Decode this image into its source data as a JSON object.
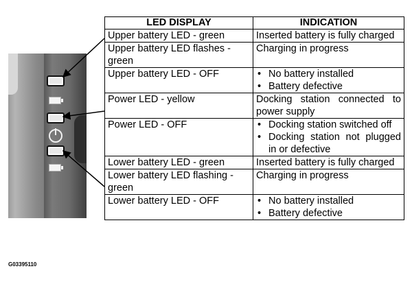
{
  "figure_id": "G03395110",
  "table": {
    "headers": [
      "LED DISPLAY",
      "INDICATION"
    ],
    "rows": [
      {
        "display": "Upper battery LED - green",
        "indication": "Inserted battery is fully charged",
        "bullets": []
      },
      {
        "display": "Upper battery LED flashes - green",
        "indication": "Charging in progress",
        "bullets": []
      },
      {
        "display": "Upper battery LED - OFF",
        "indication": "",
        "bullets": [
          "No battery installed",
          "Battery defective"
        ]
      },
      {
        "display": "Power LED - yellow",
        "indication": "Docking station connected to power supply",
        "bullets": []
      },
      {
        "display": "Power LED - OFF",
        "indication": "",
        "bullets": [
          "Docking station switched off",
          "Docking station not plugged in or defective"
        ]
      },
      {
        "display": "Lower battery LED - green",
        "indication": "Inserted battery is fully charged",
        "bullets": []
      },
      {
        "display": "Lower battery LED flashing - green",
        "indication": "Charging in progress",
        "bullets": []
      },
      {
        "display": "Lower battery LED - OFF",
        "indication": "",
        "bullets": [
          "No battery installed",
          "Battery defective"
        ]
      }
    ]
  }
}
